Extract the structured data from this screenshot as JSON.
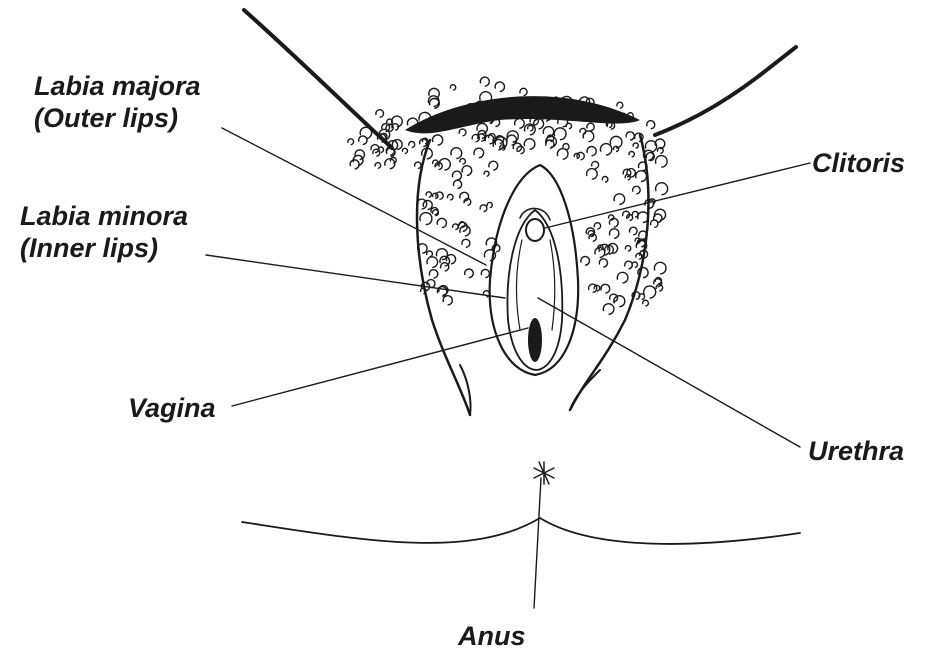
{
  "labels": {
    "labia_majora": {
      "line1": "Labia majora",
      "line2": "(Outer lips)"
    },
    "labia_minora": {
      "line1": "Labia minora",
      "line2": "(Inner lips)"
    },
    "clitoris": "Clitoris",
    "vagina": "Vagina",
    "urethra": "Urethra",
    "anus": "Anus"
  },
  "colors": {
    "ink": "#1a1a1a",
    "background": "#ffffff"
  }
}
